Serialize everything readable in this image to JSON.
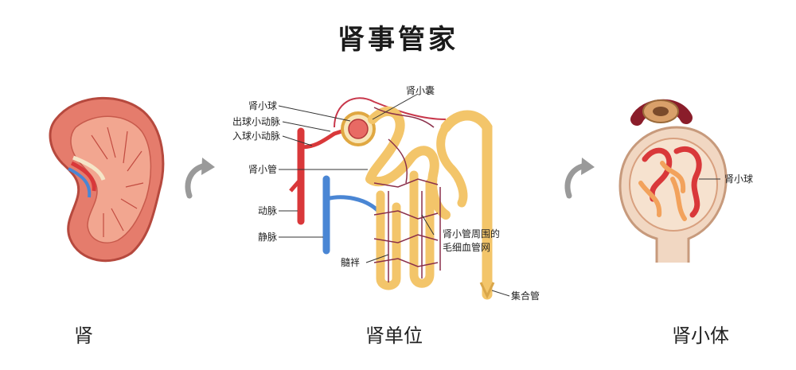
{
  "title": "肾事管家",
  "captions": {
    "left": "肾",
    "middle": "肾单位",
    "right": "肾小体"
  },
  "nephron_labels": {
    "glomerulus": "肾小球",
    "bowman_capsule": "肾小囊",
    "efferent_arteriole": "出球小动脉",
    "afferent_arteriole": "入球小动脉",
    "renal_tubule": "肾小管",
    "artery": "动脉",
    "vein": "静脉",
    "capillary_line1": "肾小管周围的",
    "capillary_line2": "毛细血管网",
    "loop": "髓袢",
    "collecting_duct": "集合管"
  },
  "corpuscle_label": "肾小球",
  "icons": {
    "arrow_left": "curved-arrow-icon",
    "arrow_right": "curved-arrow-icon"
  },
  "colors": {
    "tubule": "#f3c56a",
    "artery": "#d9383a",
    "vein": "#4a86d4",
    "kidney": "#e8806f",
    "capillary": "#8a2f4a"
  }
}
